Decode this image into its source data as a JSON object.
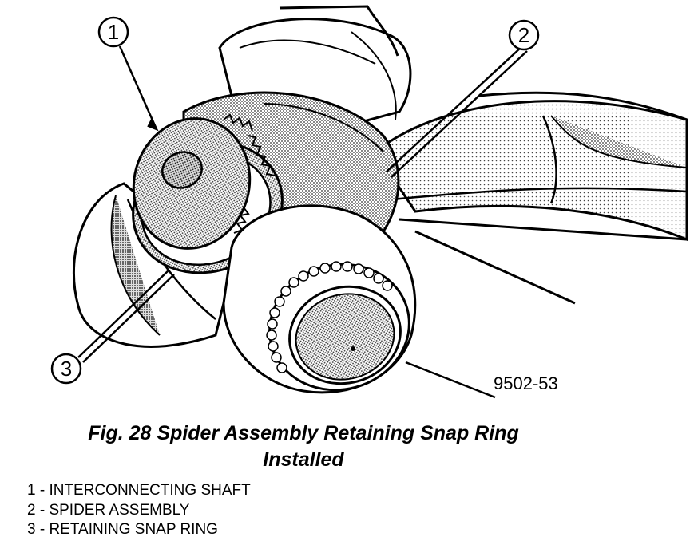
{
  "figure": {
    "callouts": [
      "1",
      "2",
      "3"
    ],
    "figure_id": "9502-53"
  },
  "caption": {
    "line1": "Fig. 28 Spider Assembly Retaining Snap Ring",
    "line2": "Installed"
  },
  "legend": [
    "1 - INTERCONNECTING SHAFT",
    "2 - SPIDER ASSEMBLY",
    "3 - RETAINING SNAP RING"
  ]
}
